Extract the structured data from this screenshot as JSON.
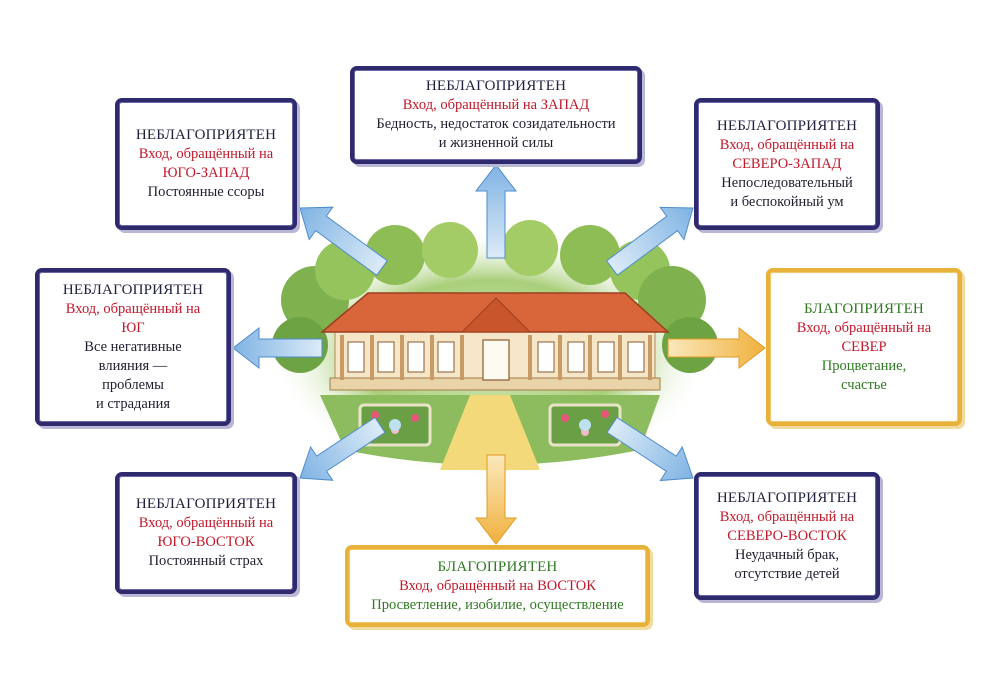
{
  "colors": {
    "unfavorable_border": "#2f2a6e",
    "favorable_border": "#e8b23a",
    "entrance_text": "#c2182a",
    "favorable_text": "#2f7a22",
    "arrow_blue": "#7fb3e3",
    "arrow_orange": "#f0b13e"
  },
  "cards": {
    "west": {
      "status": "НЕБЛАГОПРИЯТЕН",
      "entrance": [
        "Вход, обращённый на ЗАПАД"
      ],
      "effect": [
        "Бедность, недостаток созидательности",
        "и жизненной силы"
      ]
    },
    "southwest": {
      "status": "НЕБЛАГОПРИЯТЕН",
      "entrance": [
        "Вход, обращённый на",
        "ЮГО-ЗАПАД"
      ],
      "effect": [
        "Постоянные ссоры"
      ]
    },
    "northwest": {
      "status": "НЕБЛАГОПРИЯТЕН",
      "entrance": [
        "Вход, обращённый на",
        "СЕВЕРО-ЗАПАД"
      ],
      "effect": [
        "Непоследовательный",
        "и беспокойный ум"
      ]
    },
    "south": {
      "status": "НЕБЛАГОПРИЯТЕН",
      "entrance": [
        "Вход, обращённый на",
        "ЮГ"
      ],
      "effect": [
        "Все негативные",
        "влияния —",
        "проблемы",
        "и страдания"
      ]
    },
    "north": {
      "status": "БЛАГОПРИЯТЕН",
      "entrance": [
        "Вход, обращённый на",
        "СЕВЕР"
      ],
      "effect": [
        "Процветание,",
        "счастье"
      ]
    },
    "southeast": {
      "status": "НЕБЛАГОПРИЯТЕН",
      "entrance": [
        "Вход, обращённый на",
        "ЮГО-ВОСТОК"
      ],
      "effect": [
        "Постоянный страх"
      ]
    },
    "northeast": {
      "status": "НЕБЛАГОПРИЯТЕН",
      "entrance": [
        "Вход, обращённый на",
        "СЕВЕРО-ВОСТОК"
      ],
      "effect": [
        "Неудачный брак,",
        "отсутствие детей"
      ]
    },
    "east": {
      "status": "БЛАГОПРИЯТЕН",
      "entrance": [
        "Вход, обращённый на ВОСТОК"
      ],
      "effect": [
        "Просветление, изобилие, осуществление"
      ]
    }
  }
}
